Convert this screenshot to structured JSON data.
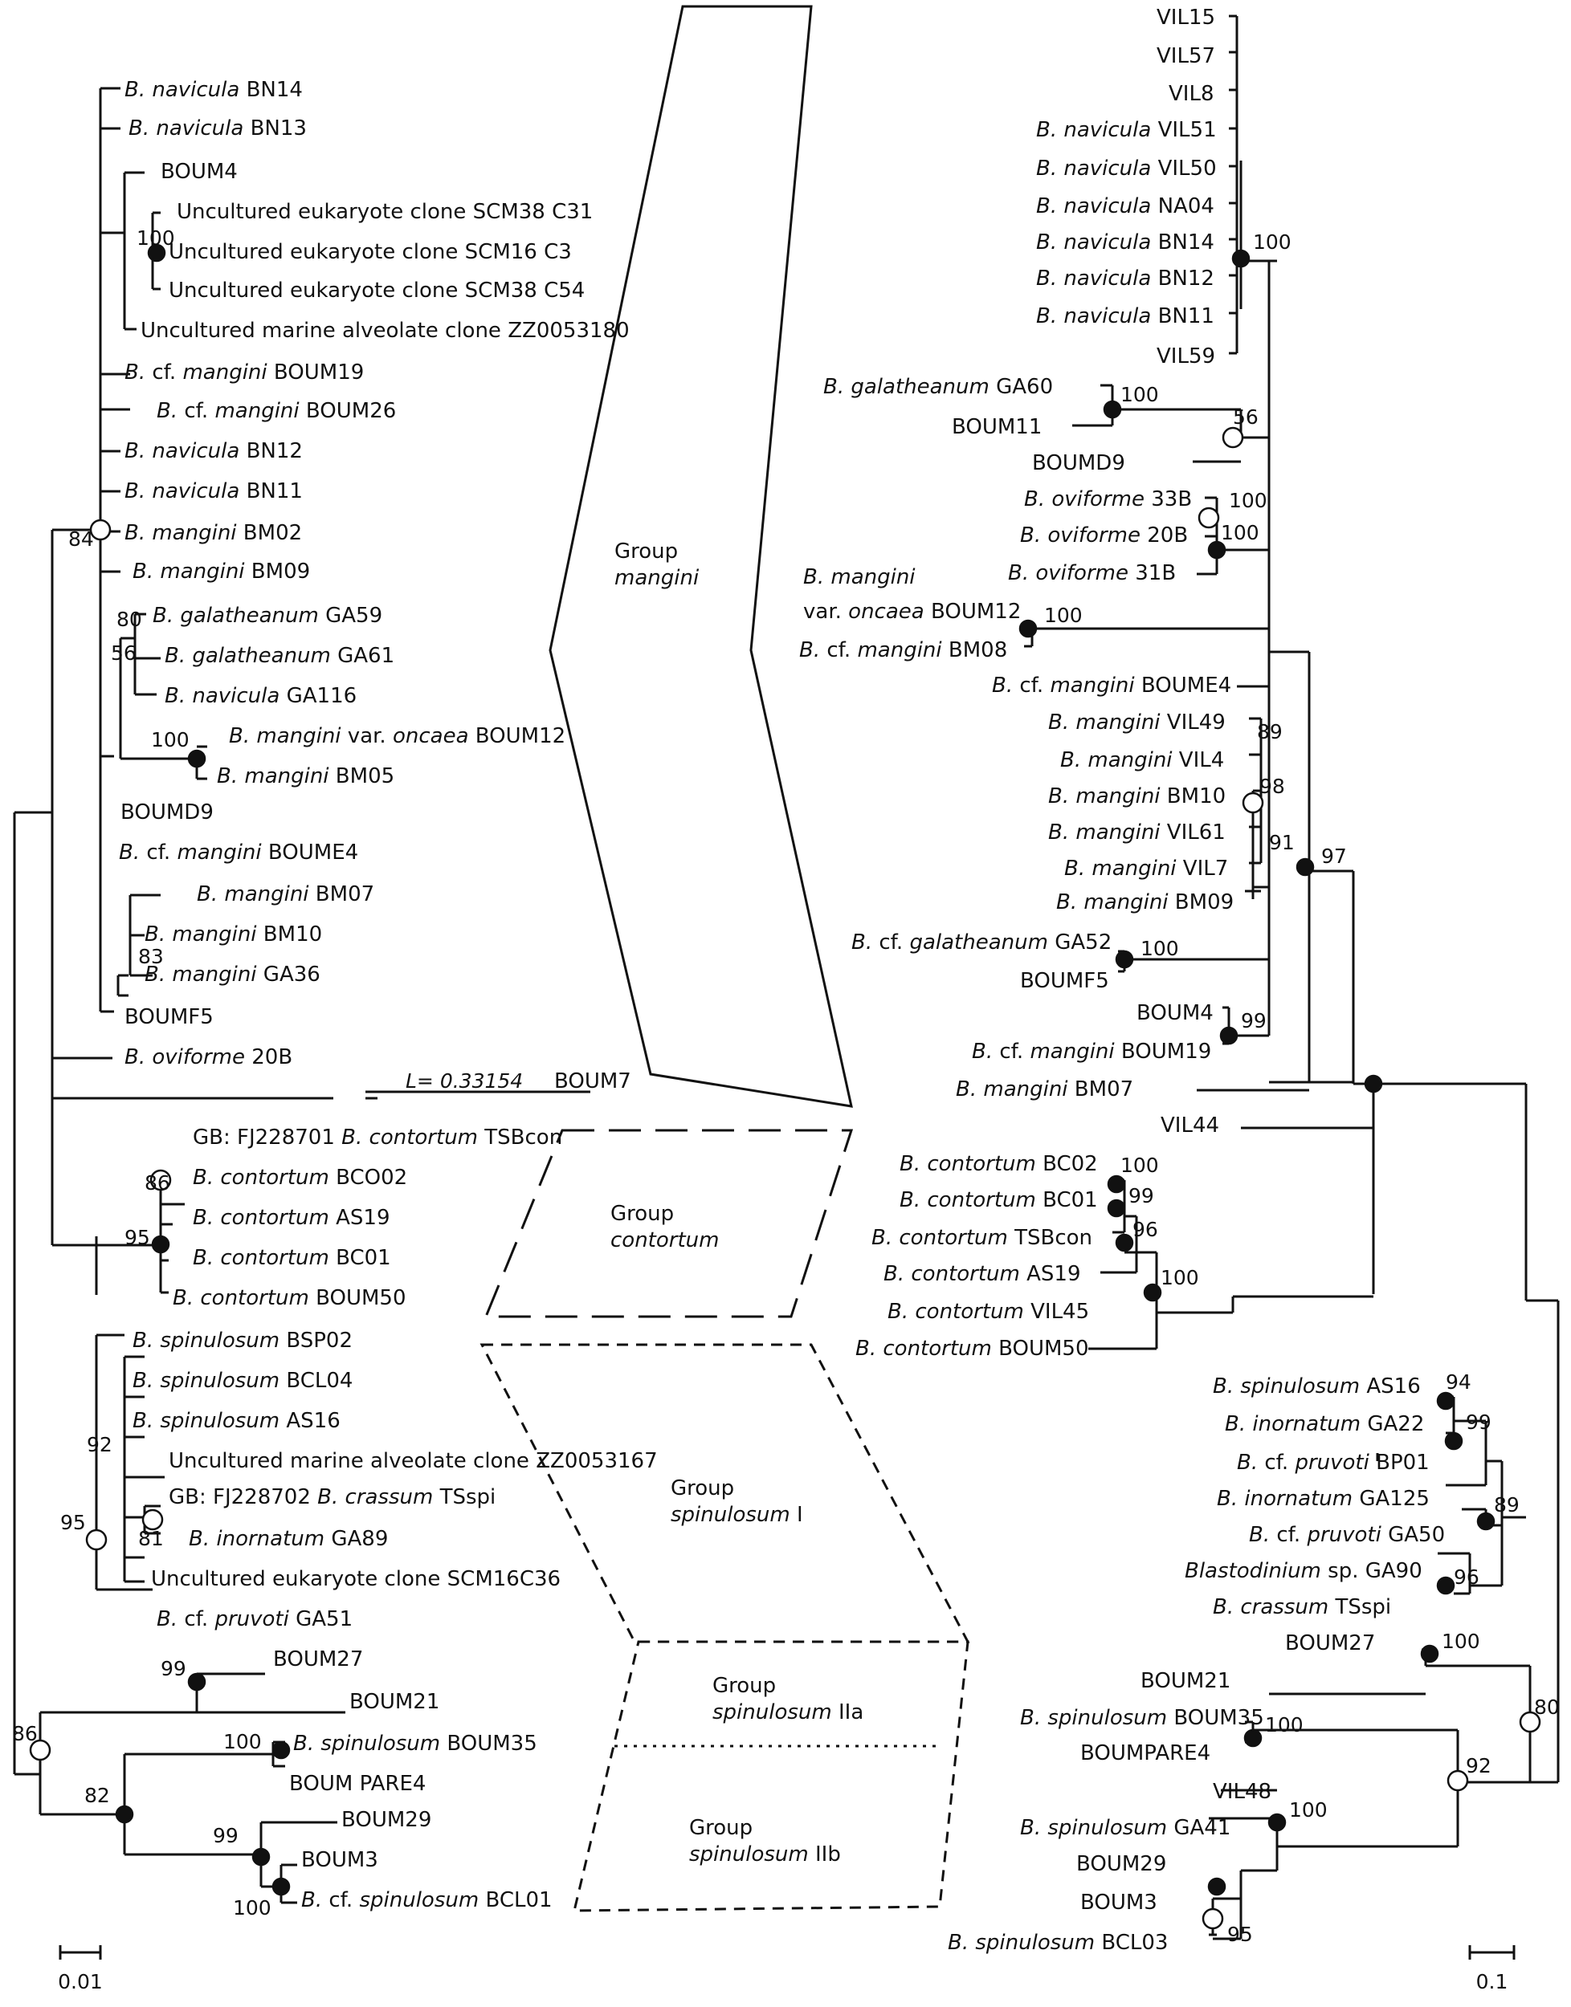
{
  "left_taxa": [
    {
      "sp": "B. navicula",
      "rest": "BN14"
    },
    {
      "sp": "B. navicula",
      "rest": "BN13"
    },
    {
      "sp": "",
      "rest": "BOUM4"
    },
    {
      "sp": "",
      "rest": "Uncultured eukaryote clone SCM38 C31"
    },
    {
      "sp": "",
      "rest": "Uncultured eukaryote clone SCM16 C3"
    },
    {
      "sp": "",
      "rest": "Uncultured eukaryote clone SCM38 C54"
    },
    {
      "sp": "",
      "rest": "Uncultured marine alveolate clone ZZ0053180"
    },
    {
      "pre": "B. cf.",
      "sp": "mangini",
      "rest": "BOUM19"
    },
    {
      "pre": "B. cf.",
      "sp": "mangini",
      "rest": "BOUM26"
    },
    {
      "sp": "B. navicula",
      "rest": "BN12"
    },
    {
      "sp": "B. navicula",
      "rest": "BN11"
    },
    {
      "sp": "B. mangini",
      "rest": "BM02"
    },
    {
      "sp": "B. mangini",
      "rest": "BM09"
    },
    {
      "sp": "B. galatheanum",
      "rest": "GA59"
    },
    {
      "sp": "B. galatheanum",
      "rest": "GA61"
    },
    {
      "sp": "B. navicula",
      "rest": "GA116"
    },
    {
      "sp": "B. mangini",
      "mid": "var.",
      "sp2": "oncaea",
      "rest": "BOUM12"
    },
    {
      "sp": "B. mangini",
      "rest": "BM05"
    },
    {
      "sp": "",
      "rest": "BOUMD9"
    },
    {
      "pre": "B. cf.",
      "sp": "mangini",
      "rest": "BOUME4"
    },
    {
      "sp": "B. mangini",
      "rest": "BM07"
    },
    {
      "sp": "B. mangini",
      "rest": "BM10"
    },
    {
      "sp": "B. mangini",
      "rest": "GA36"
    },
    {
      "sp": "",
      "rest": "BOUMF5"
    },
    {
      "sp": "B. oviforme",
      "rest": "20B"
    },
    {
      "sp": "",
      "rest": "BOUM7"
    },
    {
      "sp": "",
      "rest": "GB: FJ228701",
      "sp2": "B. contortum",
      "rest2": "TSBcon"
    },
    {
      "sp": "B. contortum",
      "rest": "BCO02"
    },
    {
      "sp": "B. contortum",
      "rest": "AS19"
    },
    {
      "sp": "B. contortum",
      "rest": "BC01"
    },
    {
      "sp": "B. contortum",
      "rest": "BOUM50"
    },
    {
      "sp": "B. spinulosum",
      "rest": "BSP02"
    },
    {
      "sp": "B. spinulosum",
      "rest": "BCL04"
    },
    {
      "sp": "B. spinulosum",
      "rest": "AS16"
    },
    {
      "sp": "",
      "rest": "Uncultured marine alveolate clone ZZ0053167"
    },
    {
      "sp": "",
      "rest": "GB: FJ228702",
      "sp2": "B. crassum",
      "rest2": "TSspi"
    },
    {
      "sp": "B. inornatum",
      "rest": "GA89"
    },
    {
      "sp": "",
      "rest": "Uncultured eukaryote clone SCM16C36"
    },
    {
      "pre": "B. cf.",
      "sp": "pruvoti",
      "rest": "GA51"
    },
    {
      "sp": "",
      "rest": "BOUM27"
    },
    {
      "sp": "",
      "rest": "BOUM21"
    },
    {
      "sp": "B. spinulosum",
      "rest": "BOUM35"
    },
    {
      "sp": "",
      "rest": "BOUM PARE4"
    },
    {
      "sp": "",
      "rest": "BOUM29"
    },
    {
      "sp": "",
      "rest": "BOUM3"
    },
    {
      "pre": "B. cf.",
      "sp": "spinulosum",
      "rest": "BCL01"
    }
  ],
  "right_taxa": [
    {
      "sp": "",
      "rest": "VIL15"
    },
    {
      "sp": "",
      "rest": "VIL57"
    },
    {
      "sp": "",
      "rest": "VIL8"
    },
    {
      "sp": "B. navicula",
      "rest": "VIL51"
    },
    {
      "sp": "B. navicula",
      "rest": "VIL50"
    },
    {
      "sp": "B. navicula",
      "rest": "NA04"
    },
    {
      "sp": "B. navicula",
      "rest": "BN14"
    },
    {
      "sp": "B. navicula",
      "rest": "BN12"
    },
    {
      "sp": "B. navicula",
      "rest": "BN11"
    },
    {
      "sp": "",
      "rest": "VIL59"
    },
    {
      "sp": "B. galatheanum",
      "rest": "GA60"
    },
    {
      "sp": "",
      "rest": "BOUM11"
    },
    {
      "sp": "",
      "rest": "BOUMD9"
    },
    {
      "sp": "B. oviforme",
      "rest": "33B"
    },
    {
      "sp": "B. oviforme",
      "rest": "20B"
    },
    {
      "sp": "B. oviforme",
      "rest": "31B"
    },
    {
      "sp": "B. mangini",
      "rest": ""
    },
    {
      "sp": "",
      "rest": "var.",
      "sp2": "oncaea",
      "rest2": "BOUM12"
    },
    {
      "pre": "B. cf.",
      "sp": "mangini",
      "rest": "BM08"
    },
    {
      "pre": "B. cf.",
      "sp": "mangini",
      "rest": "BOUME4"
    },
    {
      "sp": "B. mangini",
      "rest": "VIL49"
    },
    {
      "sp": "B. mangini",
      "rest": "VIL4"
    },
    {
      "sp": "B. mangini",
      "rest": "BM10"
    },
    {
      "sp": "B. mangini",
      "rest": "VIL61"
    },
    {
      "sp": "B. mangini",
      "rest": "VIL7"
    },
    {
      "sp": "B. mangini",
      "rest": "BM09"
    },
    {
      "pre": "B. cf.",
      "sp": "galatheanum",
      "rest": "GA52"
    },
    {
      "sp": "",
      "rest": "BOUMF5"
    },
    {
      "sp": "",
      "rest": "BOUM4"
    },
    {
      "pre": "B. cf.",
      "sp": "mangini",
      "rest": "BOUM19"
    },
    {
      "sp": "B. mangini",
      "rest": "BM07"
    },
    {
      "sp": "",
      "rest": "VIL44"
    },
    {
      "sp": "B. contortum",
      "rest": "BC02"
    },
    {
      "sp": "B. contortum",
      "rest": "BC01"
    },
    {
      "sp": "B. contortum",
      "rest": "TSBcon"
    },
    {
      "sp": "B. contortum",
      "rest": "AS19"
    },
    {
      "sp": "B. contortum",
      "rest": "VIL45"
    },
    {
      "sp": "B. contortum",
      "rest": "BOUM50"
    },
    {
      "sp": "B. spinulosum",
      "rest": "AS16"
    },
    {
      "sp": "B. inornatum",
      "rest": "GA22"
    },
    {
      "pre": "B. cf.",
      "sp": "pruvoti",
      "rest": "BP01"
    },
    {
      "sp": "B. inornatum",
      "rest": "GA125"
    },
    {
      "pre": "B. cf.",
      "sp": "pruvoti",
      "rest": "GA50"
    },
    {
      "sp": "Blastodinium",
      "rest": "sp. GA90"
    },
    {
      "sp": "B. crassum",
      "rest": "TSspi"
    },
    {
      "sp": "",
      "rest": "BOUM27"
    },
    {
      "sp": "",
      "rest": "BOUM21"
    },
    {
      "sp": "B. spinulosum",
      "rest": "BOUM35"
    },
    {
      "sp": "",
      "rest": "BOUMPARE4"
    },
    {
      "sp": "",
      "rest": "VIL48"
    },
    {
      "sp": "B. spinulosum",
      "rest": "GA41"
    },
    {
      "sp": "",
      "rest": "BOUM29"
    },
    {
      "sp": "",
      "rest": "BOUM3"
    },
    {
      "sp": "B. spinulosum",
      "rest": "BCL03"
    }
  ],
  "left_support": [
    "100",
    "84",
    "80",
    "56",
    "100",
    "83",
    "86",
    "95",
    "92",
    "81",
    "95",
    "99",
    "100",
    "82",
    "99",
    "100",
    "86"
  ],
  "right_support": [
    "100",
    "100",
    "56",
    "100",
    "100",
    "100",
    "89",
    "98",
    "91",
    "97",
    "100",
    "99",
    "100",
    "99",
    "96",
    "100",
    "94",
    "99",
    "89",
    "96",
    "100",
    "80",
    "100",
    "92",
    "100",
    "95"
  ],
  "long_branch_label": "L= 0.33154",
  "groups": [
    {
      "word": "Group",
      "name": "mangini",
      "suffix": ""
    },
    {
      "word": "Group",
      "name": "contortum",
      "suffix": ""
    },
    {
      "word": "Group",
      "name": "spinulosum",
      "suffix": " I"
    },
    {
      "word": "Group",
      "name": "spinulosum",
      "suffix": " IIa"
    },
    {
      "word": "Group",
      "name": "spinulosum",
      "suffix": " IIb"
    }
  ],
  "scale_bars": {
    "left": "0.01",
    "right": "0.1"
  }
}
